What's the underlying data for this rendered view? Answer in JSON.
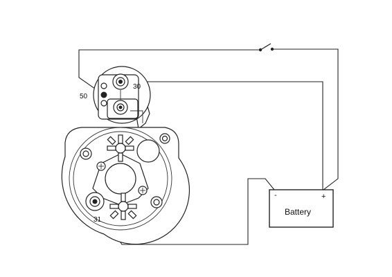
{
  "terminals": {
    "t50": "50",
    "t30": "30",
    "t31": "31"
  },
  "battery": {
    "label": "Battery",
    "neg": "-",
    "pos": "+"
  }
}
